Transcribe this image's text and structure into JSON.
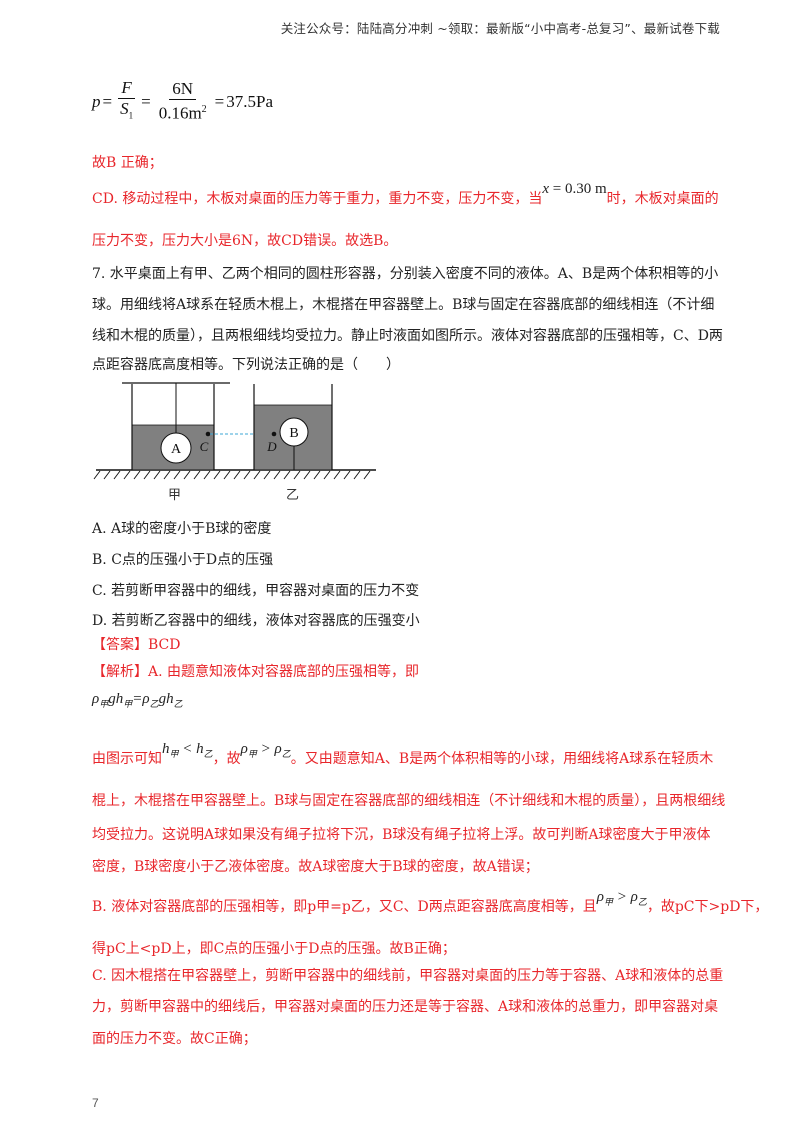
{
  "header": {
    "text": "关注公众号：陆陆高分冲刺   ~领取：最新版“小中高考-总复习”、最新试卷下载"
  },
  "formula_top": {
    "lhs": "p",
    "eq1": "=",
    "frac1_num": "F",
    "frac1_den": "S",
    "frac1_den_sub": "1",
    "eq2": "=",
    "frac2_num": "6N",
    "frac2_den": "0.16m",
    "frac2_den_sup": "2",
    "eq3": "=",
    "result": "37.5Pa"
  },
  "prev_solution": {
    "b_correct": "故B 正确；",
    "cd_part1": "CD. 移动过程中，木板对桌面的压力等于重力，重力不变，压力不变，当",
    "cd_math": "x = 0.30 m",
    "cd_part2": "时，木板对桌面的",
    "cd_line2": "压力不变，压力大小是6N，故CD错误。故选B。"
  },
  "question": {
    "number": "7.",
    "lines": [
      "7.  水平桌面上有甲、乙两个相同的圆柱形容器，分别装入密度不同的液体。A、B是两个体积相等的小",
      "球。用细线将A球系在轻质木棍上，木棍搭在甲容器壁上。B球与固定在容器底部的细线相连（不计细",
      "线和木棍的质量），且两根细线均受拉力。静止时液面如图所示。液体对容器底部的压强相等，C、D两",
      "点距容器底高度相等。下列说法正确的是（　　）"
    ],
    "figure": {
      "container_left_label": "甲",
      "container_right_label": "乙",
      "ball_a": "A",
      "ball_b": "B",
      "point_c": "C",
      "point_d": "D",
      "liquid_color": "#808080",
      "dashed_line_color": "#3ea7d6"
    },
    "options": [
      "A.  A球的密度小于B球的密度",
      "B.  C点的压强小于D点的压强",
      "C.  若剪断甲容器中的细线，甲容器对桌面的压力不变",
      "D.  若剪断乙容器中的细线，液体对容器底的压强变小"
    ]
  },
  "answer": {
    "label": "【答案】",
    "value": "BCD"
  },
  "analysis": {
    "label": "【解析】",
    "intro": "A. 由题意知液体对容器底部的压强相等，即",
    "equation": "ρ甲gh甲=ρ乙gh乙",
    "l1_a": "由图示可知",
    "l1_math1": "h甲 < h乙",
    "l1_b": "，故",
    "l1_math2": "ρ甲 > ρ乙",
    "l1_c": "。又由题意知A、B是两个体积相等的小球，用细线将A球系在轻质木",
    "l2": "棍上，木棍搭在甲容器壁上。B球与固定在容器底部的细线相连（不计细线和木棍的质量），且两根细线",
    "l3": "均受拉力。这说明A球如果没有绳子拉将下沉，B球没有绳子拉将上浮。故可判断A球密度大于甲液体",
    "l4": "密度，B球密度小于乙液体密度。故A球密度大于B球的密度，故A错误；",
    "b1_a": "B. 液体对容器底部的压强相等，即p甲=p乙，又C、D两点距容器底高度相等，且",
    "b1_math": "ρ甲 > ρ乙",
    "b1_b": "，故pC下>pD下，",
    "b2": "得pC上<pD上，即C点的压强小于D点的压强。故B正确；",
    "c1": "C. 因木棍搭在甲容器壁上，剪断甲容器中的细线前，甲容器对桌面的压力等于容器、A球和液体的总重",
    "c2": "力，剪断甲容器中的细线后，甲容器对桌面的压力还是等于容器、A球和液体的总重力，即甲容器对桌",
    "c3": "面的压力不变。故C正确；"
  },
  "footer": {
    "page_number": "7"
  }
}
